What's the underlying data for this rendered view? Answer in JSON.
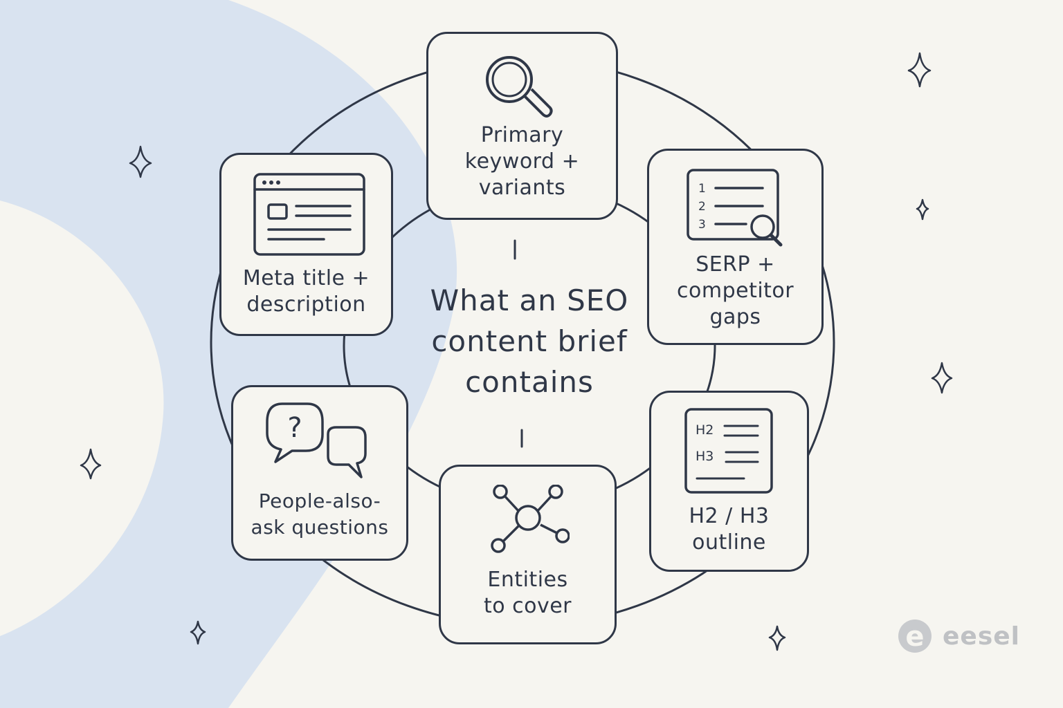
{
  "center_title": "What an SEO content brief contains",
  "items": [
    {
      "label": "Primary keyword + variants",
      "icon": "magnifier-icon"
    },
    {
      "label": "SERP + competitor gaps",
      "icon": "ranked-list-search-icon"
    },
    {
      "label": "H2 / H3 outline",
      "icon": "heading-outline-icon"
    },
    {
      "label": "Entities to cover",
      "icon": "entity-network-icon"
    },
    {
      "label": "People-also-ask questions",
      "icon": "question-chat-icon"
    },
    {
      "label": "Meta title + description",
      "icon": "browser-window-icon"
    }
  ],
  "serp_icon_numbers": [
    "1",
    "2",
    "3"
  ],
  "outline_icon_headings": [
    "H2",
    "H3"
  ],
  "logo": {
    "text": "eesel",
    "mark": "e"
  },
  "colors": {
    "background": "#f6f5f0",
    "ink": "#2f3747",
    "blob": "#d9e3f0",
    "logo": "#bfc1c4"
  }
}
